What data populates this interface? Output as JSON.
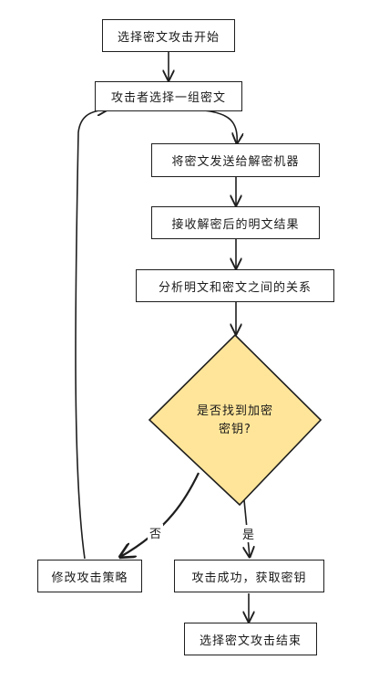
{
  "flowchart": {
    "nodes": {
      "start": "选择密文攻击开始",
      "choose": "攻击者选择一组密文",
      "send": "将密文发送给解密机器",
      "receive": "接收解密后的明文结果",
      "analyze": "分析明文和密文之间的关系",
      "decision_line1": "是否找到加密",
      "decision_line2": "密钥?",
      "modify": "修改攻击策略",
      "success": "攻击成功，获取密钥",
      "end": "选择密文攻击结束"
    },
    "edge_labels": {
      "no": "否",
      "yes": "是"
    },
    "colors": {
      "decision_fill": "#ffe599",
      "stroke": "#1e1e1e"
    }
  }
}
